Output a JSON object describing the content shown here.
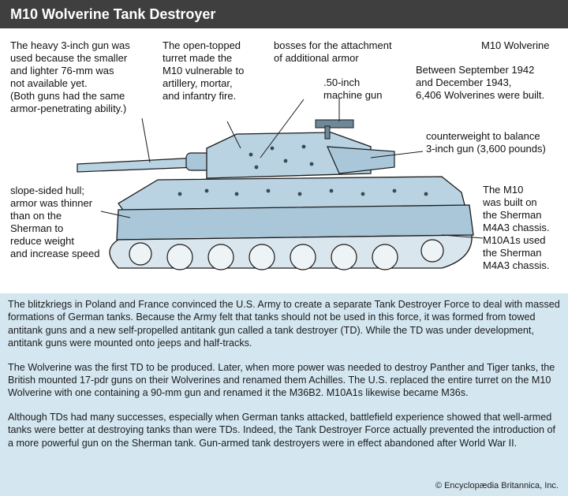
{
  "title": "M10 Wolverine Tank Destroyer",
  "labels": {
    "gun": "The heavy 3-inch gun was\nused because the smaller\nand lighter 76-mm was\nnot available yet.\n(Both guns had the same\narmor-penetrating ability.)",
    "turret": "The open-topped\nturret made the\nM10 vulnerable to\nartillery, mortar,\nand infantry fire.",
    "bosses": "bosses for the attachment\nof additional armor",
    "mg": ".50-inch\nmachine gun",
    "name": "M10 Wolverine",
    "built": "Between September 1942\nand December 1943,\n6,406 Wolverines were built.",
    "counterweight": "counterweight to balance\n3-inch gun (3,600 pounds)",
    "hull": "slope-sided hull;\narmor was thinner\nthan on the\nSherman to\nreduce weight\nand increase speed",
    "chassis": "The M10\nwas built on\nthe Sherman\nM4A3 chassis.\nM10A1s used\nthe Sherman\nM4A3 chassis."
  },
  "paragraphs": [
    "The blitzkriegs in Poland and France convinced the U.S. Army to create a separate Tank Destroyer Force to deal with massed formations of German tanks. Because the Army felt that tanks should not be used in this force, it was formed from towed antitank guns and a new self-propelled antitank gun called a tank destroyer (TD). While the TD was under development, antitank guns were mounted onto jeeps and half-tracks.",
    "The Wolverine was the first TD to be produced. Later, when more power was needed to destroy Panther and Tiger tanks, the British mounted 17-pdr guns on their Wolverines and renamed them Achilles. The U.S. replaced the entire turret on the M10 Wolverine with one containing a 90-mm gun and renamed it the M36B2. M10A1s likewise became M36s.",
    "Although TDs had many successes, especially when German tanks attacked, battlefield experience showed that well-armed tanks were better at destroying tanks than were TDs. Indeed, the Tank Destroyer Force actually prevented the introduction of a more powerful gun on the Sherman tank. Gun-armed tank destroyers were in effect abandoned after World War II."
  ],
  "credit": "© Encyclopædia Britannica, Inc.",
  "colors": {
    "title_bg": "#3f3f3f",
    "tank": "#b9d3e2",
    "tank_dark": "#8fb1c6",
    "panel": "#d4e7f1"
  }
}
